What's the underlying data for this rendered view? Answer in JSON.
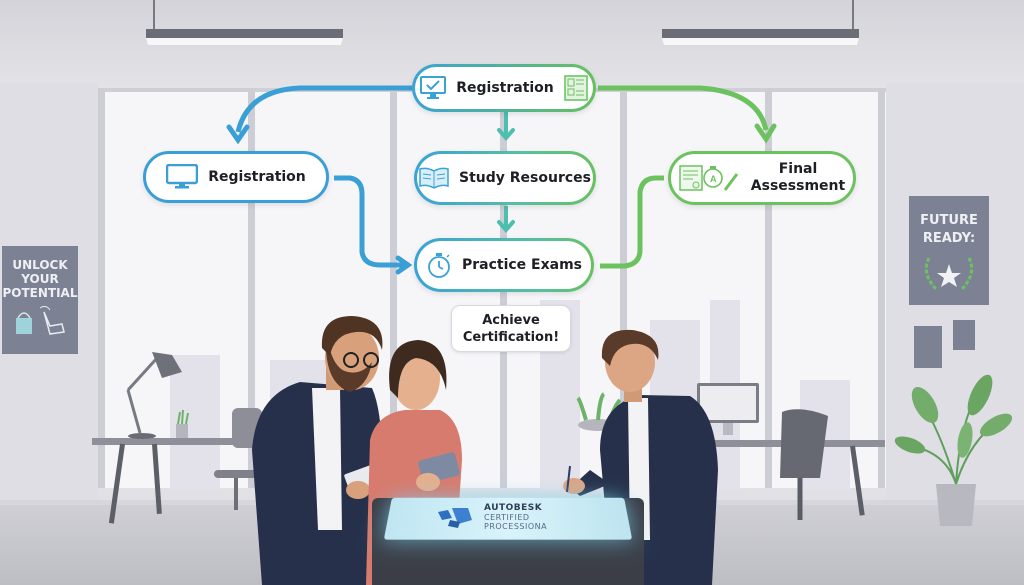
{
  "scene": {
    "description": "Office illustration with certification process flowchart",
    "colors": {
      "blue_flow": "#3a9fd4",
      "teal_flow": "#4dbfae",
      "green_flow": "#6cc25e",
      "wall": "#dedee4",
      "poster": "#7d8194",
      "suit": "#26304a"
    }
  },
  "flowchart": {
    "nodes": [
      {
        "id": "top",
        "label": "Registration",
        "icons": [
          "monitor-check-icon",
          "form-document-icon"
        ]
      },
      {
        "id": "left",
        "label": "Registration",
        "icons": [
          "monitor-icon"
        ]
      },
      {
        "id": "study",
        "label": "Study Resources",
        "icons": [
          "open-book-icon"
        ]
      },
      {
        "id": "practice",
        "label": "Practice Exams",
        "icons": [
          "stopwatch-icon"
        ]
      },
      {
        "id": "final",
        "label_line1": "Final",
        "label_line2": "Assessment",
        "icons": [
          "certificate-icon",
          "stopwatch-grade-icon",
          "pencil-icon"
        ]
      }
    ],
    "edges": [
      {
        "from": "top",
        "to": "left",
        "color": "blue"
      },
      {
        "from": "top",
        "to": "study",
        "color": "teal"
      },
      {
        "from": "top",
        "to": "final",
        "color": "green"
      },
      {
        "from": "study",
        "to": "practice",
        "color": "teal"
      },
      {
        "from": "left",
        "to": "practice",
        "color": "blue"
      },
      {
        "from": "practice",
        "to": "final",
        "color": "green"
      }
    ],
    "badge": {
      "line1": "Achieve",
      "line2": "Certification!"
    }
  },
  "posters": {
    "left": {
      "line1": "UNLOCK",
      "line2": "YOUR",
      "line3": "POTENTIAL"
    },
    "right": {
      "line1": "FUTURE",
      "line2": "READY:"
    }
  },
  "table_screen": {
    "title": "AUTOBESK",
    "line2": "CERTIFIED",
    "line3": "PROCESSIONA"
  }
}
